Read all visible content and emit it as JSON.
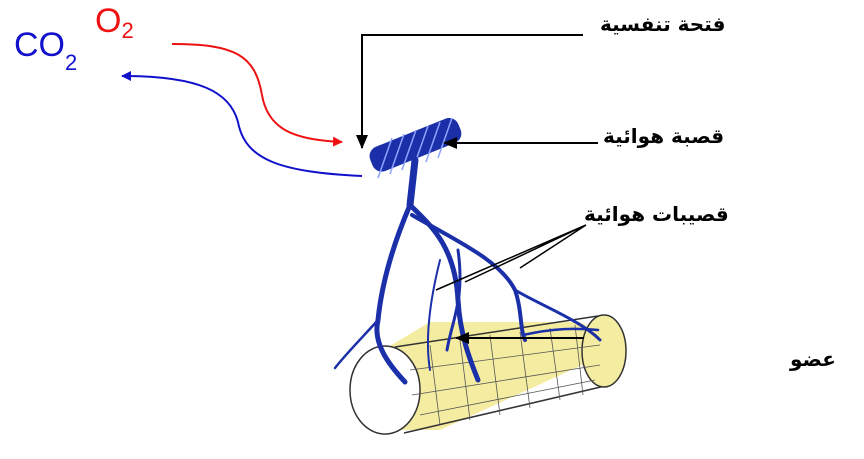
{
  "gases": {
    "o2": {
      "symbol": "O",
      "subscript": "2",
      "color": "#ee1111"
    },
    "co2": {
      "symbol": "CO",
      "subscript": "2",
      "color": "#1111cc"
    }
  },
  "labels": {
    "spiracle": "فتحة تنفسية",
    "trachea": "قصبة هوائية",
    "tracheoles": "قصيبات هوائية",
    "organ": "عضو"
  },
  "colors": {
    "trachea": "#1a2fa8",
    "organ_fill": "#f4eca0",
    "inflow_arrow": "#ee1111",
    "outflow_arrow": "#1111cc"
  }
}
